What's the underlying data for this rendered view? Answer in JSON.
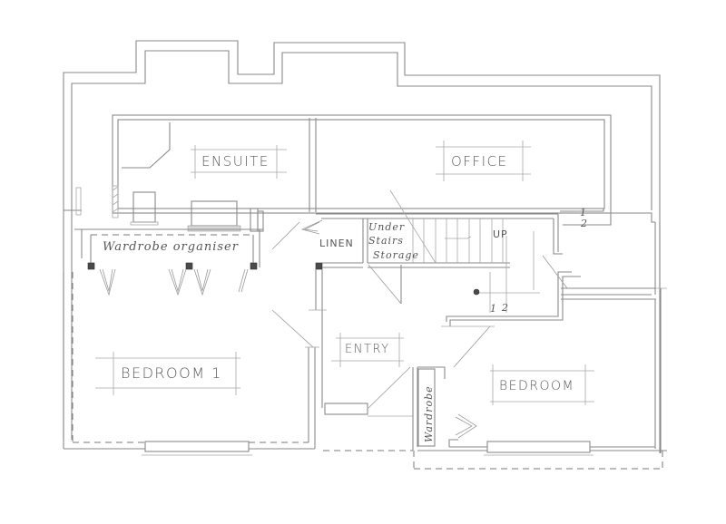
{
  "drawing": {
    "type": "hand-drawn floor plan sketch",
    "line_color": "#8a8a8a",
    "background": "#ffffff"
  },
  "rooms": {
    "ensuite": {
      "label": "ENSUITE"
    },
    "office": {
      "label": "OFFICE"
    },
    "wardrobe_organiser": {
      "label": "Wardrobe organiser"
    },
    "linen": {
      "label": "LINEN"
    },
    "under_stairs": {
      "line1": "Under",
      "line2": "Stairs",
      "line3": "Storage"
    },
    "stairs": {
      "label": "UP"
    },
    "entry": {
      "label": "ENTRY"
    },
    "bedroom1": {
      "label": "BEDROOM 1"
    },
    "bedroom2": {
      "label": "BEDROOM"
    },
    "wardrobe": {
      "label": "Wardrobe"
    }
  },
  "markers": {
    "office_step_1": "1",
    "office_step_2": "2",
    "stair_step_1": "1",
    "stair_step_2": "2"
  }
}
